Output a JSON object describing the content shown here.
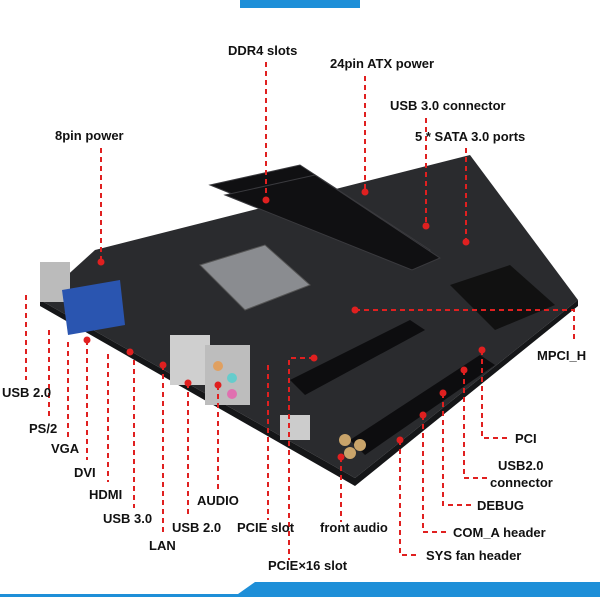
{
  "colors": {
    "leader": "#e02020",
    "board": "#2a2b2e",
    "accent": "#1e8fd8"
  },
  "labels": {
    "ddr4": "DDR4 slots",
    "atx24": "24pin ATX power",
    "usb30_conn": "USB 3.0 connector",
    "sata": "5 * SATA 3.0 ports",
    "pin8": "8pin power",
    "mpci": "MPCI_H",
    "pci": "PCI",
    "usb20_conn_1": "USB2.0",
    "usb20_conn_2": "connector",
    "debug": "DEBUG",
    "com_a": "COM_A header",
    "sys_fan": "SYS fan header",
    "front_audio": "front audio",
    "pcie16": "PCIE×16 slot",
    "pcie": "PCIE slot",
    "audio": "AUDIO",
    "usb20_rear": "USB 2.0",
    "lan": "LAN",
    "usb30_rear": "USB 3.0",
    "hdmi": "HDMI",
    "dvi": "DVI",
    "vga": "VGA",
    "ps2": "PS/2",
    "usb20_left": "USB 2.0"
  }
}
